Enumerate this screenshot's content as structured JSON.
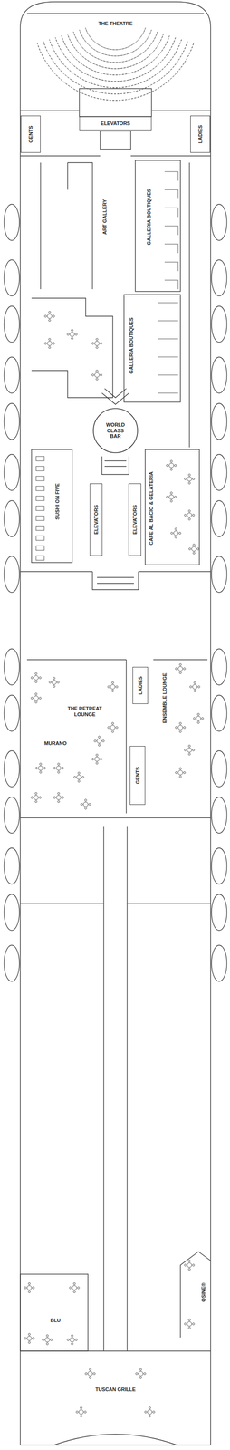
{
  "diagram": {
    "nodes": [
      {
        "text": [
          "THE THEATRE"
        ]
      },
      {
        "text": [
          "GENTS"
        ]
      },
      {
        "text": [
          "ELEVATORS"
        ]
      },
      {
        "text": [
          "LADIES"
        ]
      },
      {
        "text": [
          "ART GALLERY"
        ]
      },
      {
        "text": [
          "GALLERIA BOUTIQUES"
        ]
      },
      {
        "text": [
          "GALLERIA BOUTIQUES"
        ]
      },
      {
        "text": [
          "WORLD CLASS BAR"
        ]
      },
      {
        "text": [
          "SUSHI ON FIVE"
        ]
      },
      {
        "text": [
          "ELEVATORS"
        ]
      },
      {
        "text": [
          "ELEVATORS"
        ]
      },
      {
        "text": [
          "CAFE AL BACIO & GELATERIA"
        ]
      },
      {
        "text": [
          "THE RETREAT LOUNGE"
        ]
      },
      {
        "text": [
          "LADIES"
        ]
      },
      {
        "text": [
          "ENSEMBLE LOUNGE"
        ]
      },
      {
        "text": [
          "MURANO"
        ]
      },
      {
        "text": [
          "GENTS"
        ]
      },
      {
        "text": [
          "QSINE®"
        ]
      },
      {
        "text": [
          "BLU"
        ]
      },
      {
        "text": [
          "TUSCAN GRILLE"
        ]
      }
    ]
  }
}
